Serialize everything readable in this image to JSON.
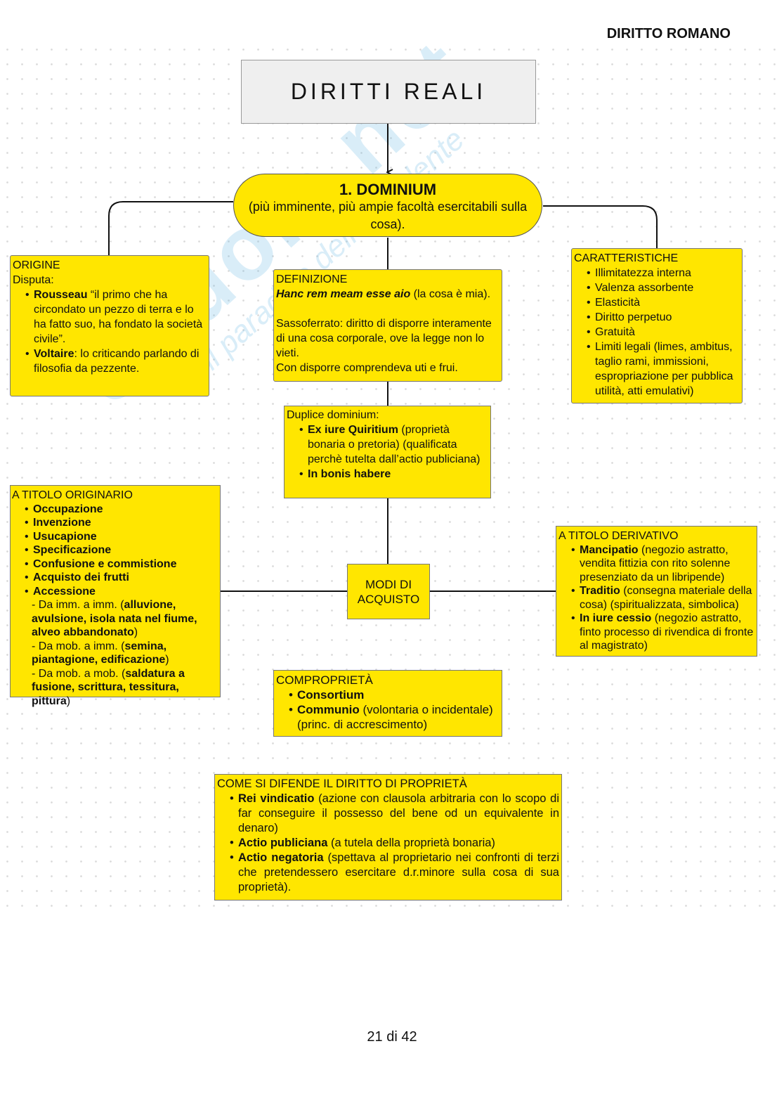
{
  "header": "DIRITTO ROMANO",
  "watermark": "Skuola.net",
  "watermark_tagline": "il paradiso dello studente",
  "title": "DIRITTI REALI",
  "dominium": {
    "heading": "1. DOMINIUM",
    "text": "(più imminente, più ampie facoltà esercitabili sulla cosa)."
  },
  "modi": {
    "line1": "MODI DI",
    "line2": "ACQUISTO"
  },
  "page_number": "21 di 42",
  "colors": {
    "box": "#ffe600",
    "title_bg": "#efefef"
  },
  "boxes": {
    "origine": [
      {
        "k": "p",
        "s": [
          [
            "ORIGINE"
          ]
        ]
      },
      {
        "k": "p",
        "s": [
          [
            "Disputa:"
          ]
        ]
      },
      {
        "k": "li",
        "s": [
          [
            "Rousseau",
            1
          ],
          [
            " “il primo che ha circondato un pezzo di terra e lo ha fatto suo, ha fondato la società civile”."
          ]
        ]
      },
      {
        "k": "li",
        "s": [
          [
            "Voltaire",
            1
          ],
          [
            ": lo criticando parlando di filosofia da pezzente."
          ]
        ]
      }
    ],
    "definizione": [
      {
        "k": "p",
        "s": [
          [
            "DEFINIZIONE"
          ]
        ]
      },
      {
        "k": "p",
        "s": [
          [
            "Hanc rem meam esse aio",
            2
          ],
          [
            " (la cosa è mia)."
          ]
        ]
      },
      {
        "k": "gap",
        "s": []
      },
      {
        "k": "p",
        "s": [
          [
            "Sassoferrato: diritto di disporre interamente di una cosa corporale, ove la legge non lo vieti."
          ]
        ]
      },
      {
        "k": "p",
        "s": [
          [
            "Con disporre comprendeva uti e frui."
          ]
        ]
      }
    ],
    "caratteristiche": [
      {
        "k": "p",
        "s": [
          [
            "CARATTERISTICHE"
          ]
        ]
      },
      {
        "k": "li",
        "s": [
          [
            "Illimitatezza interna"
          ]
        ]
      },
      {
        "k": "li",
        "s": [
          [
            "Valenza assorbente"
          ]
        ]
      },
      {
        "k": "li",
        "s": [
          [
            "Elasticità"
          ]
        ]
      },
      {
        "k": "li",
        "s": [
          [
            "Diritto perpetuo"
          ]
        ]
      },
      {
        "k": "li",
        "s": [
          [
            "Gratuità"
          ]
        ]
      },
      {
        "k": "li",
        "s": [
          [
            "Limiti legali (limes, ambitus, taglio rami, immissioni, espropriazione per pubblica utilità, atti emulativi)"
          ]
        ]
      }
    ],
    "duplice": [
      {
        "k": "p",
        "s": [
          [
            "Duplice dominium:"
          ]
        ]
      },
      {
        "k": "li",
        "s": [
          [
            "Ex iure Quiritium",
            1
          ],
          [
            " (proprietà bonaria o pretoria) (qualificata perchè tutelta dall’actio publiciana)"
          ]
        ]
      },
      {
        "k": "li",
        "s": [
          [
            "In bonis habere",
            1
          ]
        ]
      }
    ],
    "originario": [
      {
        "k": "p",
        "s": [
          [
            "A TITOLO ORIGINARIO"
          ]
        ]
      },
      {
        "k": "li",
        "s": [
          [
            "Occupazione",
            1
          ]
        ]
      },
      {
        "k": "li",
        "s": [
          [
            "Invenzione",
            1
          ]
        ]
      },
      {
        "k": "li",
        "s": [
          [
            "Usucapione",
            1
          ]
        ]
      },
      {
        "k": "li",
        "s": [
          [
            "Specificazione",
            1
          ]
        ]
      },
      {
        "k": "li",
        "s": [
          [
            "Confusione e commistione",
            1
          ]
        ]
      },
      {
        "k": "li",
        "s": [
          [
            "Acquisto dei frutti",
            1
          ]
        ]
      },
      {
        "k": "li",
        "s": [
          [
            "Accessione",
            1
          ]
        ]
      },
      {
        "k": "ind",
        "s": [
          [
            "- Da imm. a imm. ("
          ],
          [
            "alluvione, avulsione, isola nata nel fiume, alveo abbandonato",
            1
          ],
          [
            ")"
          ]
        ]
      },
      {
        "k": "ind",
        "s": [
          [
            "- Da mob. a imm. ("
          ],
          [
            "semina, piantagione, edificazione",
            1
          ],
          [
            ")"
          ]
        ]
      },
      {
        "k": "ind",
        "s": [
          [
            "- Da mob. a mob. ("
          ],
          [
            "saldatura a fusione, scrittura, tessitura, pittura",
            1
          ],
          [
            ")"
          ]
        ]
      }
    ],
    "derivativo": [
      {
        "k": "p",
        "s": [
          [
            "A TITOLO DERIVATIVO"
          ]
        ]
      },
      {
        "k": "li",
        "s": [
          [
            "Mancipatio",
            1
          ],
          [
            " (negozio astratto, vendita fittizia con rito solenne presenziato da un libripende)"
          ]
        ]
      },
      {
        "k": "li",
        "s": [
          [
            "Traditio",
            1
          ],
          [
            " (consegna materiale della cosa) (spiritualizzata, simbolica)"
          ]
        ]
      },
      {
        "k": "li",
        "s": [
          [
            "In iure cessio",
            1
          ],
          [
            " (negozio astratto, finto processo di rivendica di fronte al magistrato)"
          ]
        ]
      }
    ],
    "comproprieta": [
      {
        "k": "p",
        "s": [
          [
            "COMPROPRIETÀ"
          ]
        ]
      },
      {
        "k": "li",
        "s": [
          [
            "Consortium",
            1
          ]
        ]
      },
      {
        "k": "li",
        "s": [
          [
            "Communio",
            1
          ],
          [
            " (volontaria o incidentale) (princ. di accrescimento)"
          ]
        ]
      }
    ],
    "difesa": [
      {
        "k": "p",
        "s": [
          [
            "COME SI DIFENDE IL DIRITTO DI PROPRIETÀ"
          ]
        ]
      },
      {
        "k": "li",
        "s": [
          [
            "Rei vindicatio",
            1
          ],
          [
            " (azione con clausola arbitraria con lo scopo di far conseguire il possesso del bene od un equivalente in denaro)"
          ]
        ]
      },
      {
        "k": "li",
        "s": [
          [
            "Actio publiciana",
            1
          ],
          [
            " (a tutela della proprietà bonaria)"
          ]
        ]
      },
      {
        "k": "li",
        "s": [
          [
            "Actio negatoria",
            1
          ],
          [
            " (spettava al proprietario nei confronti di terzi che pretendessero esercitare d.r.minore sulla cosa di sua proprietà)."
          ]
        ]
      }
    ]
  }
}
